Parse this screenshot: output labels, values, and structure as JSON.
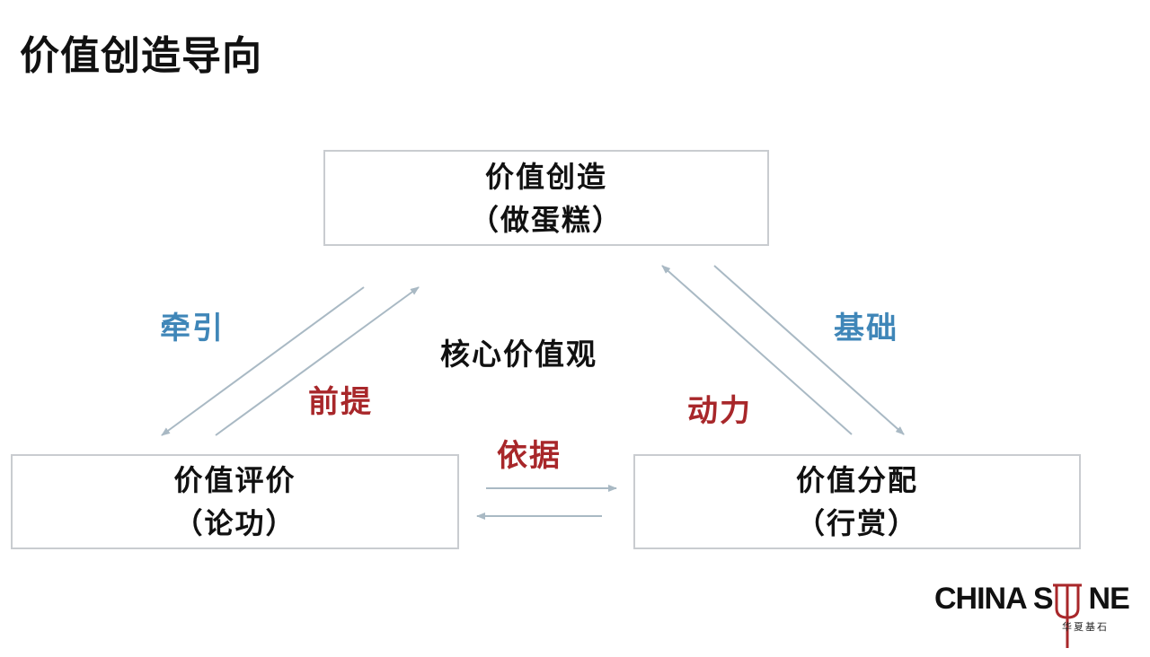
{
  "page": {
    "title": "价值创造导向"
  },
  "diagram": {
    "center_label": "核心价值观",
    "nodes": {
      "top": {
        "title": "价值创造",
        "subtitle": "（做蛋糕）"
      },
      "left": {
        "title": "价值评价",
        "subtitle": "（论功）"
      },
      "right": {
        "title": "价值分配",
        "subtitle": "（行赏）"
      }
    },
    "edge_labels": {
      "qianyin": "牵引",
      "qianti": "前提",
      "jichu": "基础",
      "dongli": "动力",
      "yiju": "依据"
    },
    "colors": {
      "blue": "#3f86b8",
      "red": "#a8272a",
      "arrow": "#a9b9c4"
    }
  },
  "logo": {
    "text_left": "CHINA S",
    "text_right": "NE",
    "sub": "华夏基石"
  }
}
